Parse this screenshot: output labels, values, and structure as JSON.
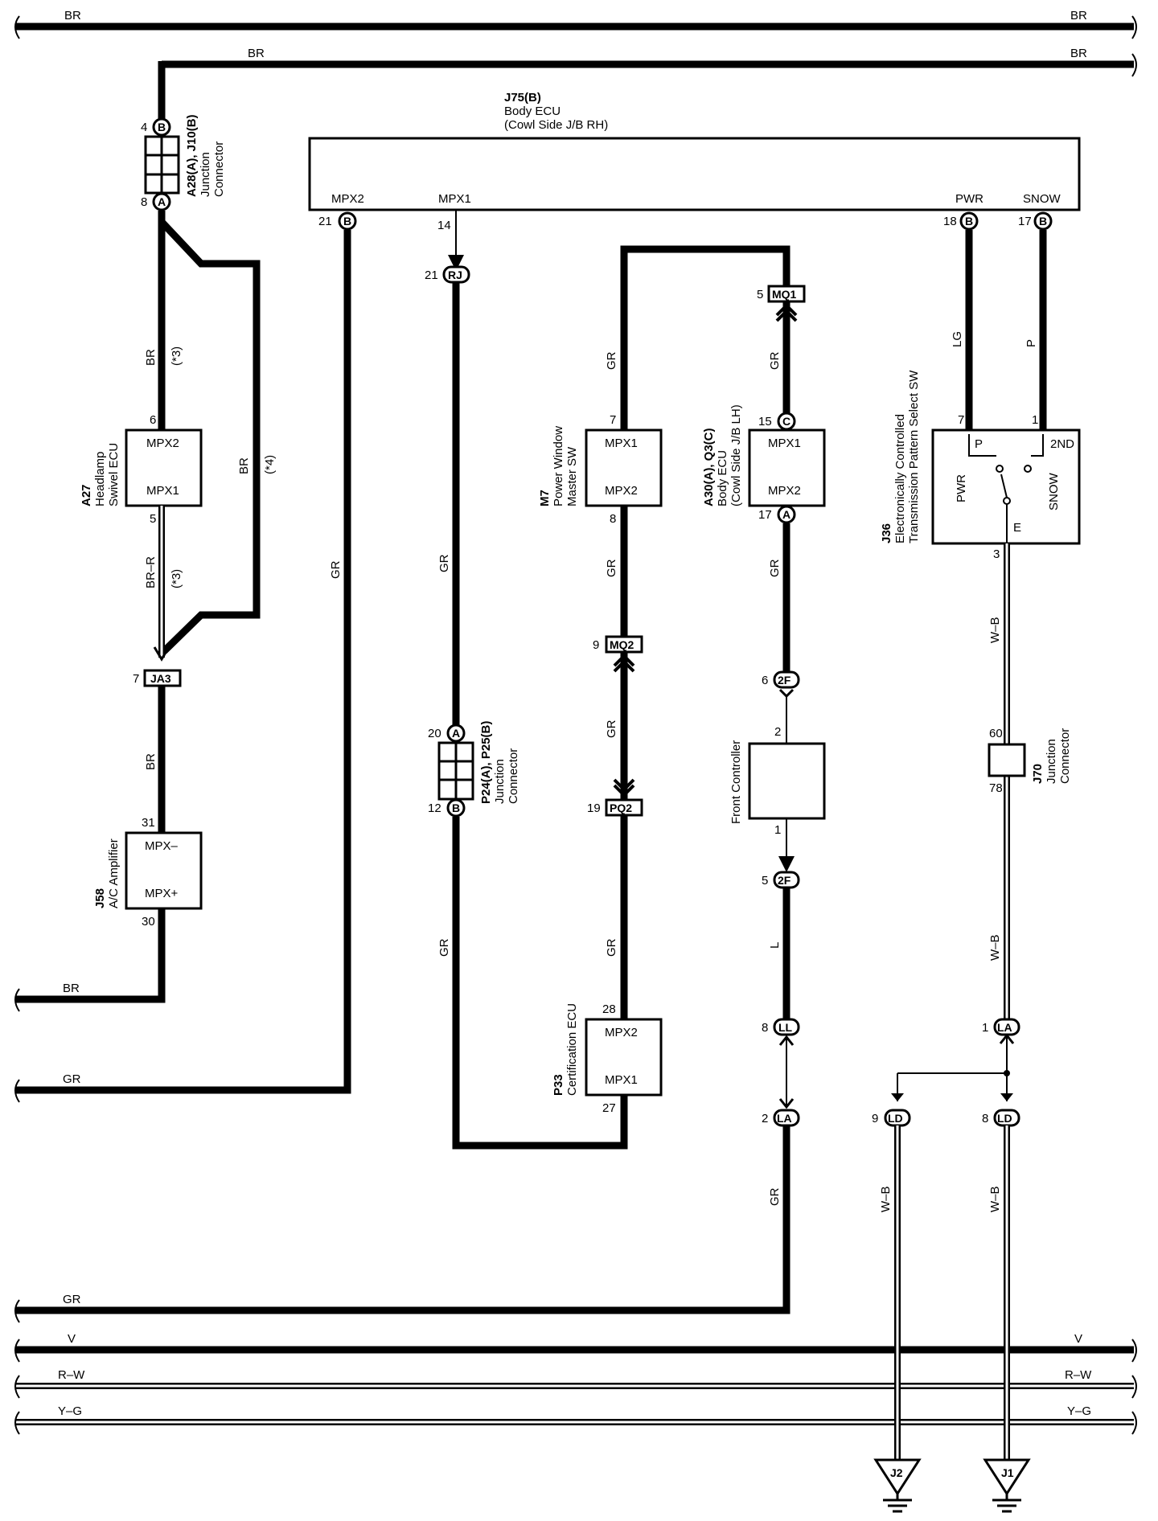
{
  "wires": {
    "top_br_1": "BR",
    "top_br_1_r": "BR",
    "top_br_2": "BR",
    "top_br_2_r": "BR",
    "left_br_bottom": "BR",
    "left_gr": "GR",
    "bottom_gr": "GR",
    "bus_v": "V",
    "bus_v_r": "V",
    "bus_rw": "R–W",
    "bus_rw_r": "R–W",
    "bus_yg": "Y–G",
    "bus_yg_r": "Y–G",
    "a27_br": "BR",
    "a27_br_note": "(*3)",
    "a27_brr": "BR–R",
    "a27_brr_note": "(*3)",
    "bypass_br": "BR",
    "bypass_note": "(*4)",
    "j58_br": "BR",
    "mpx2_gr": "GR",
    "mpx1_gr_top": "GR",
    "mpx1_gr_bot": "GR",
    "m7_gr_top": "GR",
    "m7_gr_mid": "GR",
    "m7_gr_low": "GR",
    "p33_gr": "GR",
    "a30_gr_top": "GR",
    "a30_gr_mid": "GR",
    "front_l": "L",
    "front_gr": "GR",
    "j36_lg": "LG",
    "j36_p": "P",
    "j36_wb": "W–B",
    "j70_wb": "W–B",
    "ld9_wb": "W–B",
    "ld8_wb": "W–B"
  },
  "components": {
    "j75": {
      "code": "J75(B)",
      "name": "Body ECU",
      "loc": "(Cowl Side J/B RH)",
      "mpx2": "MPX2",
      "mpx1": "MPX1",
      "pwr": "PWR",
      "snow": "SNOW",
      "pin21": "21",
      "pin14": "14",
      "pin18": "18",
      "pin17": "17",
      "conn_b": "B"
    },
    "a28": {
      "code": "A28(A), J10(B)",
      "name": "Junction",
      "name2": "Connector",
      "pin4": "4",
      "pin8": "8",
      "conn_b": "B",
      "conn_a": "A"
    },
    "a27": {
      "code": "A27",
      "name": "Headlamp",
      "name2": "Swivel ECU",
      "mpx2": "MPX2",
      "mpx1": "MPX1",
      "pin6": "6",
      "pin5": "5"
    },
    "ja3": {
      "label": "JA3",
      "pin": "7"
    },
    "j58": {
      "code": "J58",
      "name": "A/C Amplifier",
      "mpxm": "MPX–",
      "mpxp": "MPX+",
      "pin31": "31",
      "pin30": "30"
    },
    "rj": {
      "label": "RJ",
      "pin": "21"
    },
    "p24": {
      "code": "P24(A), P25(B)",
      "name": "Junction",
      "name2": "Connector",
      "pin20": "20",
      "pin12": "12",
      "conn_a": "A",
      "conn_b": "B"
    },
    "m7": {
      "code": "M7",
      "name": "Power Window",
      "name2": "Master SW",
      "mpx1": "MPX1",
      "mpx2": "MPX2",
      "pin7": "7",
      "pin8": "8"
    },
    "mq2": {
      "label": "MQ2",
      "pin": "9"
    },
    "pq2": {
      "label": "PQ2",
      "pin": "19"
    },
    "p33": {
      "code": "P33",
      "name": "Certification ECU",
      "mpx2": "MPX2",
      "mpx1": "MPX1",
      "pin28": "28",
      "pin27": "27"
    },
    "mq1": {
      "label": "MQ1",
      "pin": "5"
    },
    "a30": {
      "code": "A30(A), Q3(C)",
      "name": "Body ECU",
      "loc": "(Cowl Side J/B LH)",
      "mpx1": "MPX1",
      "mpx2": "MPX2",
      "pin15": "15",
      "pin17": "17",
      "conn_c": "C",
      "conn_a": "A"
    },
    "c2f_top": {
      "label": "2F",
      "pin": "6"
    },
    "front": {
      "name": "Front Controller",
      "pin2": "2",
      "pin1": "1"
    },
    "c2f_bot": {
      "label": "2F",
      "pin": "5"
    },
    "ll": {
      "label": "LL",
      "pin": "8"
    },
    "la_left": {
      "label": "LA",
      "pin": "2"
    },
    "j36": {
      "code": "J36",
      "name": "Electronically Controlled",
      "name2": "Transmission Pattern Select SW",
      "p": "P",
      "nd2": "2ND",
      "pwr": "PWR",
      "snow": "SNOW",
      "e": "E",
      "pin7": "7",
      "pin1": "1",
      "pin3": "3"
    },
    "j70": {
      "code": "J70",
      "name": "Junction",
      "name2": "Connector",
      "pin60": "60",
      "pin78": "78"
    },
    "la_right": {
      "label": "LA",
      "pin": "1"
    },
    "ld9": {
      "label": "LD",
      "pin": "9"
    },
    "ld8": {
      "label": "LD",
      "pin": "8"
    },
    "j2": {
      "label": "J2"
    },
    "j1": {
      "label": "J1"
    }
  }
}
